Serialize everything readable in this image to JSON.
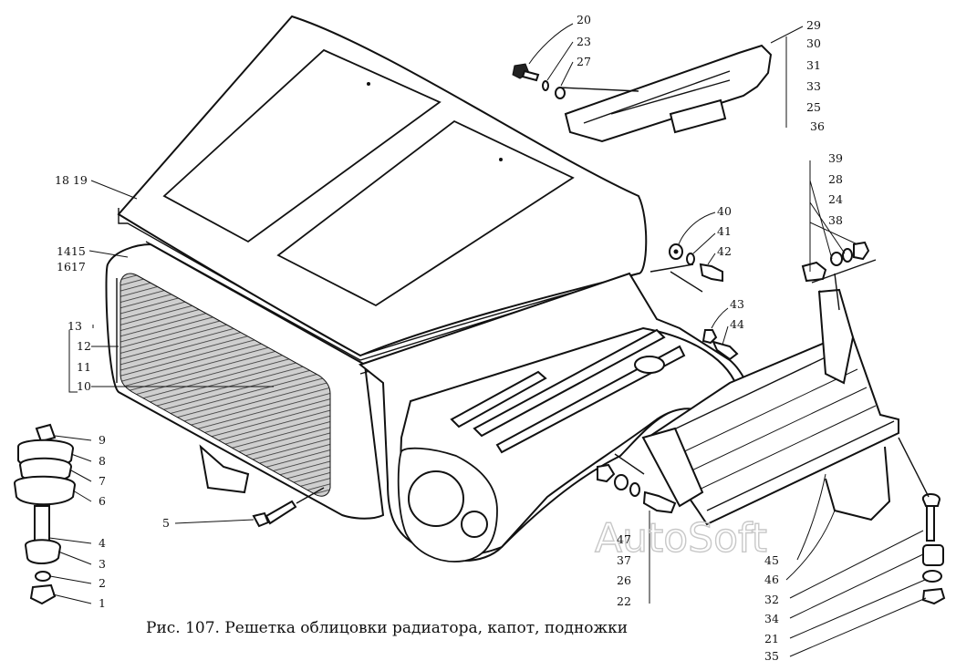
{
  "caption": "Рис. 107. Решетка облицовки радиатора, капот, подножки",
  "watermark": "AutoSoft",
  "callouts": {
    "n1": "1",
    "n2": "2",
    "n3": "3",
    "n4": "4",
    "n5": "5",
    "n6": "6",
    "n7": "7",
    "n8": "8",
    "n9": "9",
    "n10": "10",
    "n11": "11",
    "n12": "12",
    "n13": "13",
    "n1415": "1415",
    "n1617": "1617",
    "n1819": "18 19",
    "n20": "20",
    "n21": "21",
    "n22": "22",
    "n23": "23",
    "n24": "24",
    "n25": "25",
    "n26": "26",
    "n27": "27",
    "n28": "28",
    "n29": "29",
    "n30": "30",
    "n31": "31",
    "n32": "32",
    "n33": "33",
    "n34": "34",
    "n35": "35",
    "n36": "36",
    "n37": "37",
    "n38": "38",
    "n39": "39",
    "n40": "40",
    "n41": "41",
    "n42": "42",
    "n43": "43",
    "n44": "44",
    "n45": "45",
    "n46": "46",
    "n47": "47"
  },
  "colors": {
    "ink": "#111111",
    "paper": "#ffffff",
    "watermark": "#c8c8c8"
  }
}
